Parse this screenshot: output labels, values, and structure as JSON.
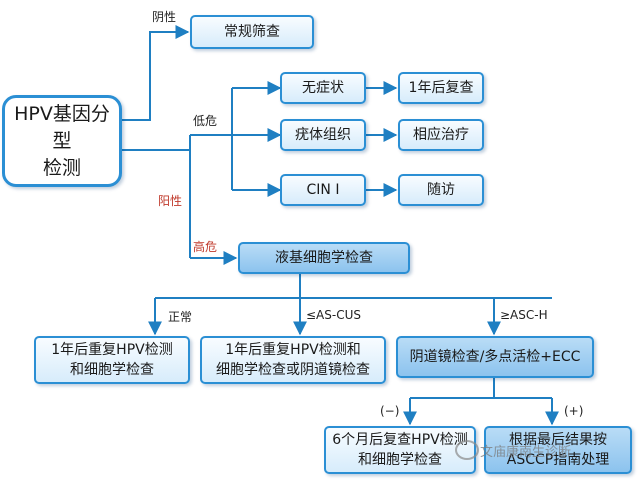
{
  "root": "HPV基因分型\n检测",
  "branches": {
    "negative": "阴性",
    "positive": "阳性",
    "low_risk": "低危",
    "high_risk": "高危"
  },
  "boxes": {
    "routine": "常规筛查",
    "asymptomatic": "无症状",
    "condyloma": "疣体组织",
    "cin1": "CIN I",
    "recheck_1yr": "1年后复查",
    "treatment": "相应治疗",
    "follow_up": "随访",
    "lbc": "液基细胞学检查",
    "repeat_hpv_cyto": "1年后重复HPV检测\n和细胞学检查",
    "repeat_hpv_cyto_colpo": "1年后重复HPV检测和\n细胞学检查或阴道镜检查",
    "colposcopy": "阴道镜检查/多点活检+ECC",
    "six_month": "6个月后复查HPV检测\n和细胞学检查",
    "ascop": "根据最后结果按\nASCCP指南处理"
  },
  "labels": {
    "normal": "正常",
    "le_ascus": "≤AS-CUS",
    "ge_asch": "≥ASC-H",
    "neg_mark": "(−)",
    "pos_mark": "(+)"
  },
  "watermark": "文庙康南生诊断",
  "colors": {
    "line": "#1f7fc2",
    "box_border": "#2b8fd4"
  }
}
